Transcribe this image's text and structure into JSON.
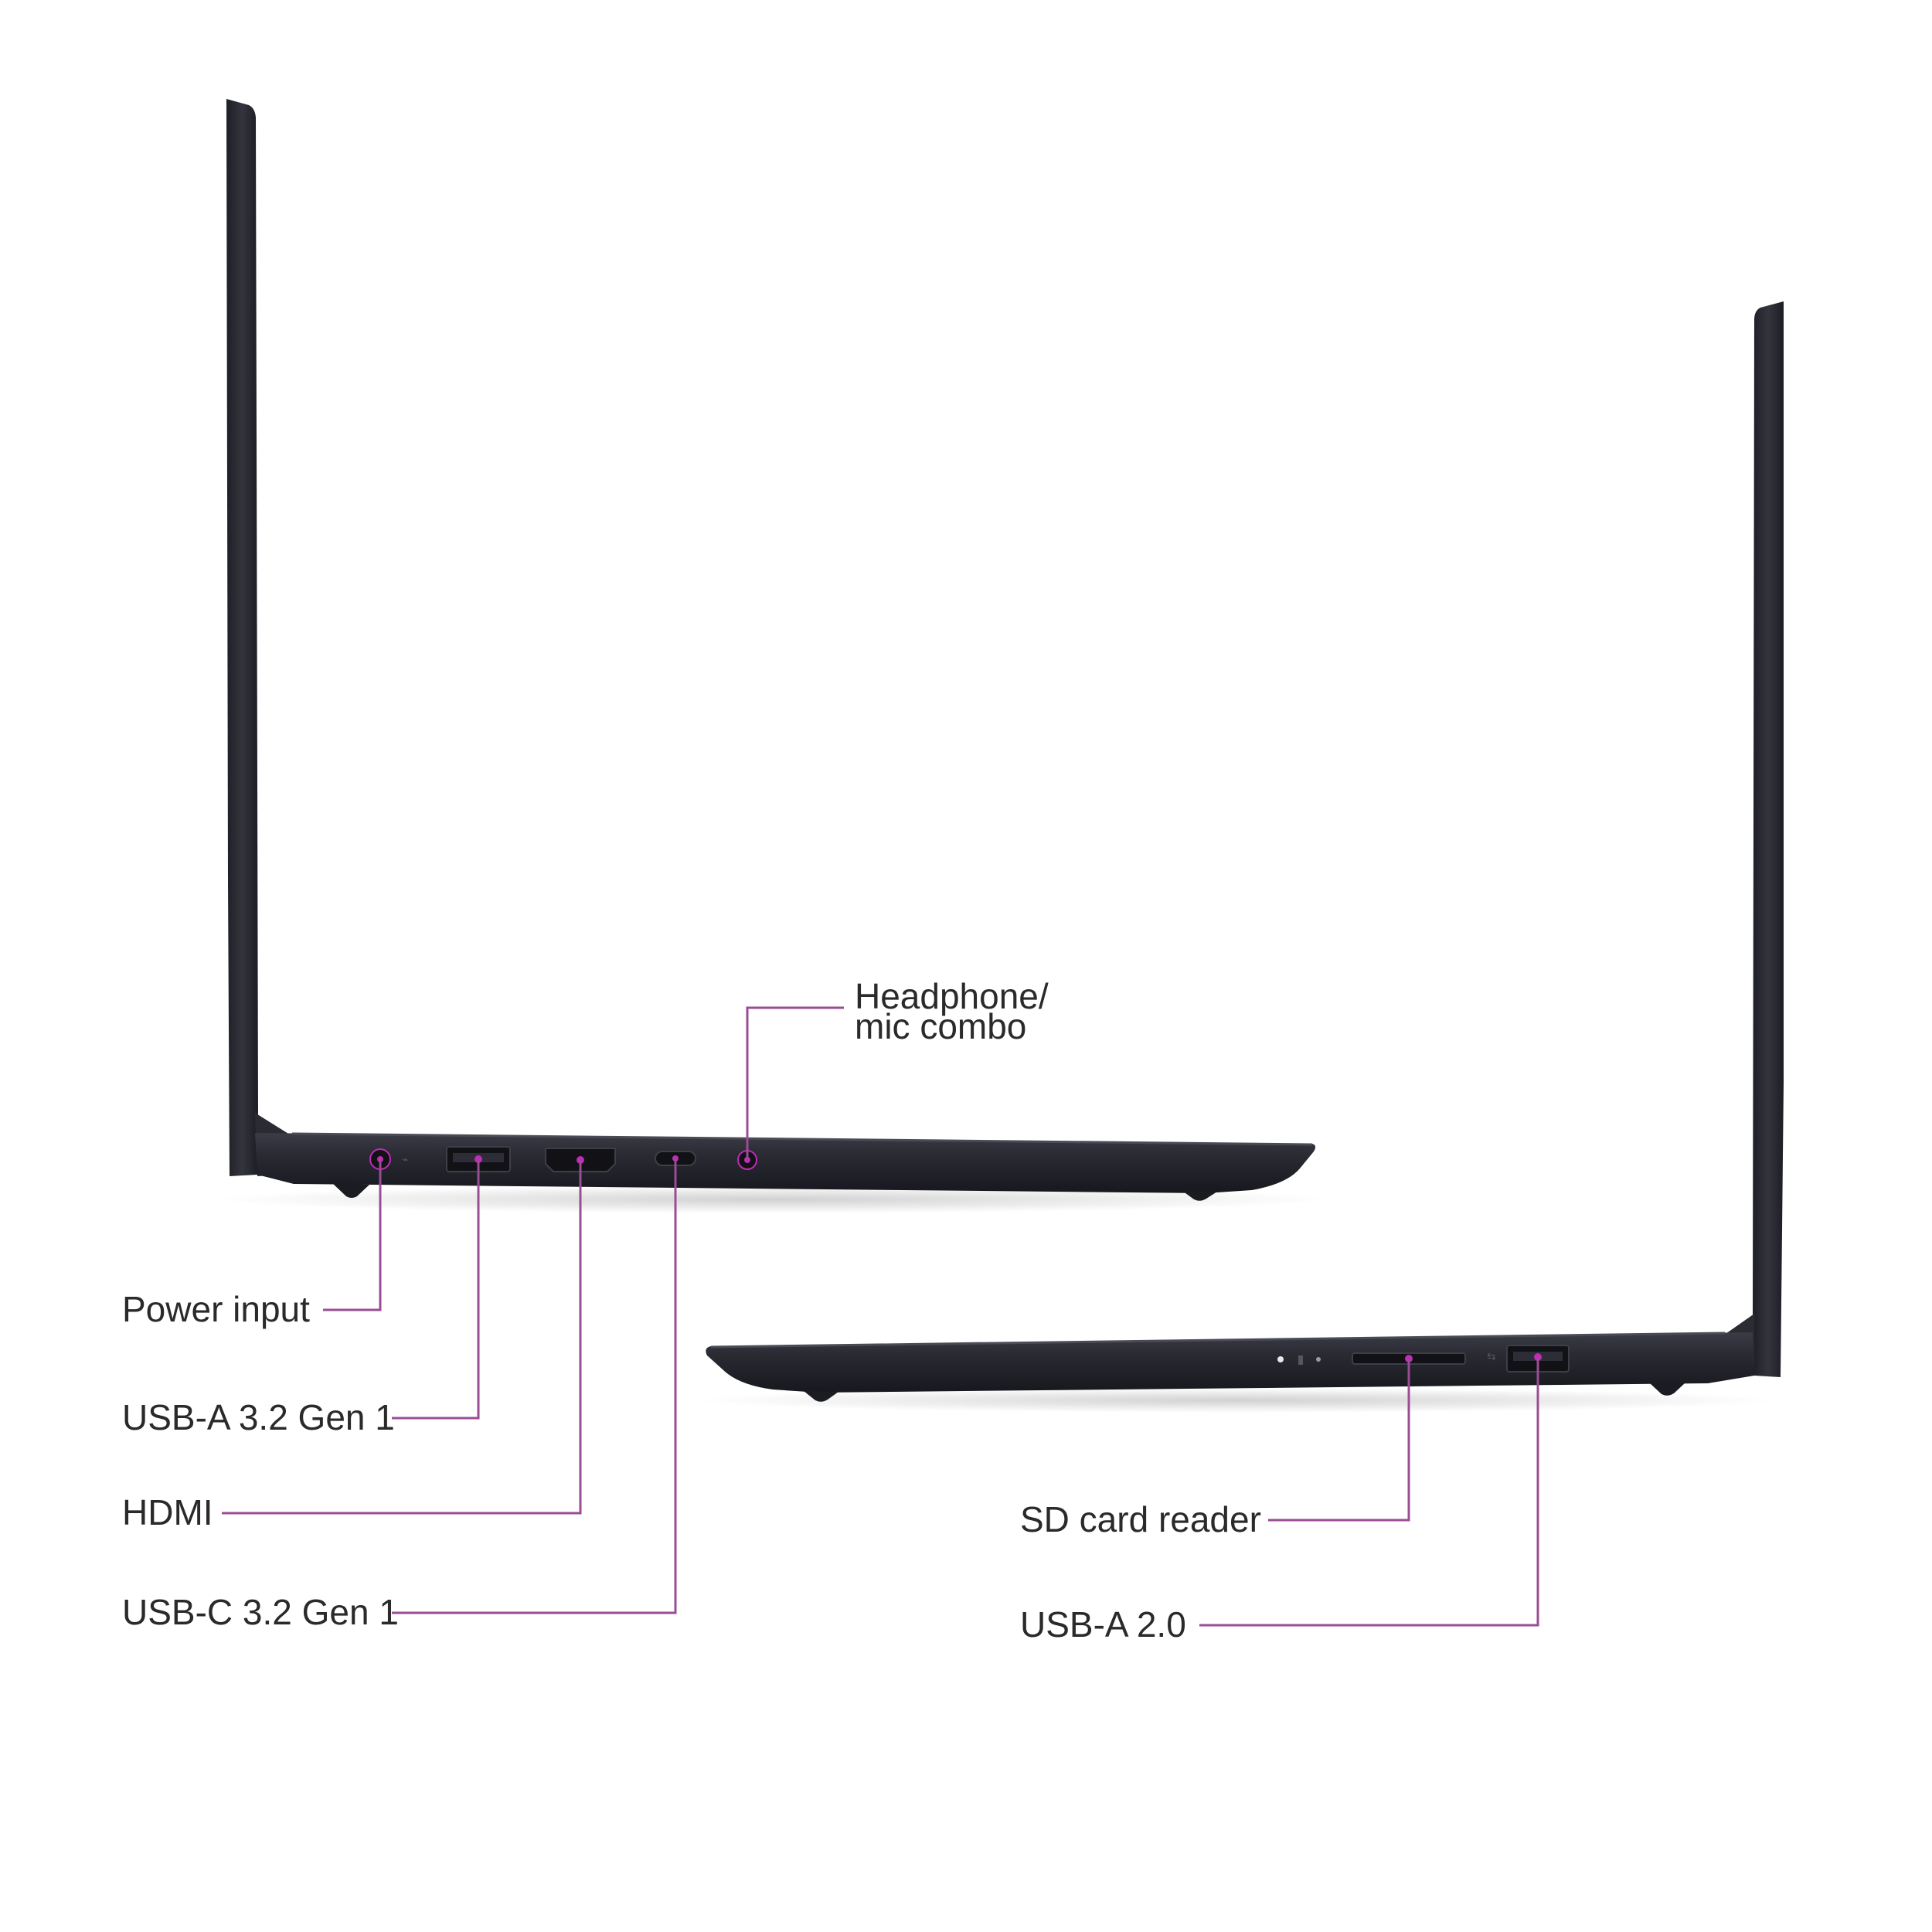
{
  "colors": {
    "chassis": "#25262e",
    "chassis_edge": "#3a3b44",
    "port_cavity": "#111116",
    "accent": "#c02bb8",
    "leader": "#9a4d94",
    "text": "#2a2a2a"
  },
  "left_side": {
    "ports": [
      {
        "label": "Power input",
        "icon": "power-jack-icon"
      },
      {
        "label": "USB-A 3.2 Gen 1",
        "icon": "usb-a-icon"
      },
      {
        "label": "HDMI",
        "icon": "hdmi-icon"
      },
      {
        "label": "USB-C 3.2 Gen 1",
        "icon": "usb-c-icon"
      },
      {
        "label_line1": "Headphone/",
        "label_line2": "mic combo",
        "icon": "audio-jack-icon"
      }
    ]
  },
  "right_side": {
    "ports": [
      {
        "label": "SD card reader",
        "icon": "sd-card-slot-icon"
      },
      {
        "label": "USB-A 2.0",
        "icon": "usb-a-icon"
      }
    ]
  }
}
